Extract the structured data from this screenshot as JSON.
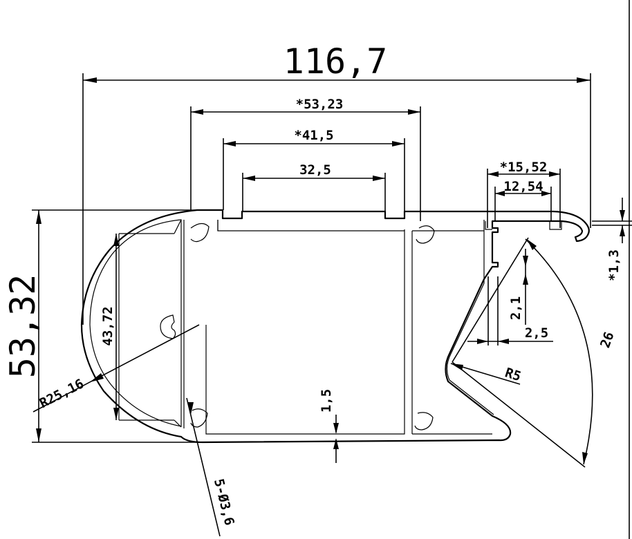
{
  "drawing": {
    "dimensions": {
      "overall_width": "116,7",
      "outer_channel_width": "*53,23",
      "inner_channel_width": "*41,5",
      "slot_width": "32,5",
      "overall_height": "53,32",
      "inner_height": "43,72",
      "radius_large": "R25,16",
      "wall_thickness": "1,5",
      "holes": "5-Ø3,6",
      "clip_outer_width": "*15,52",
      "clip_inner_width": "12,54",
      "lip_thickness": "*1,3",
      "rib_height": "2,1",
      "rib_gap": "2,5",
      "radius_small": "R5",
      "arc_angle": "26"
    }
  }
}
